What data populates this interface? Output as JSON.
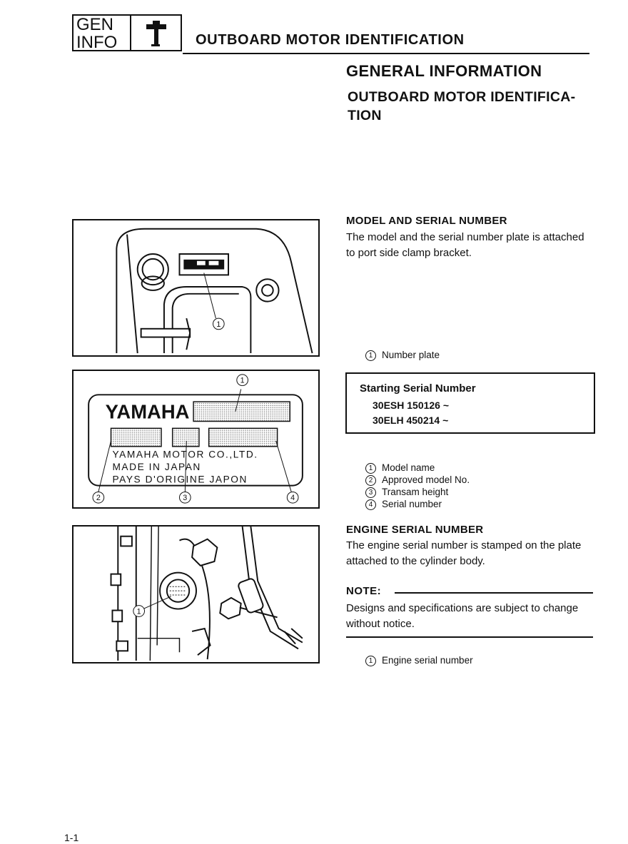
{
  "header": {
    "section_top": "GEN",
    "section_bottom": "INFO",
    "icon": "outboard-motor-icon",
    "title": "OUTBOARD MOTOR IDENTIFICATION"
  },
  "headings": {
    "general": "GENERAL INFORMATION",
    "identification_line1": "OUTBOARD MOTOR IDENTIFICA-",
    "identification_line2": "TION"
  },
  "model_serial": {
    "heading": "MODEL AND SERIAL NUMBER",
    "text_line1": "The model and the serial number plate is attached",
    "text_line2": "to port side clamp bracket.",
    "caption_num": "1",
    "caption": "Number plate",
    "figure_callout": "1"
  },
  "starting_serial": {
    "title": "Starting Serial Number",
    "lines": [
      "30ESH 150126 ~",
      "30ELH 450214 ~"
    ]
  },
  "plate_figure": {
    "brand": "YAMAHA",
    "line1": "YAMAHA MOTOR CO.,LTD.",
    "line2": "MADE IN JAPAN",
    "line3": "PAYS D'ORIGINE JAPON",
    "callouts": [
      "1",
      "2",
      "3",
      "4"
    ]
  },
  "plate_captions": [
    {
      "num": "1",
      "label": "Model name"
    },
    {
      "num": "2",
      "label": "Approved model No."
    },
    {
      "num": "3",
      "label": "Transam height"
    },
    {
      "num": "4",
      "label": "Serial number"
    }
  ],
  "engine_serial": {
    "heading": "ENGINE SERIAL NUMBER",
    "text_line1": "The engine serial number is stamped on the plate",
    "text_line2": "attached to the cylinder body.",
    "note_label": "NOTE:",
    "note_line1": "Designs and specifications are subject to change",
    "note_line2": "without notice.",
    "caption_num": "1",
    "caption": "Engine serial number",
    "figure_callout": "1"
  },
  "page_number": "1-1"
}
